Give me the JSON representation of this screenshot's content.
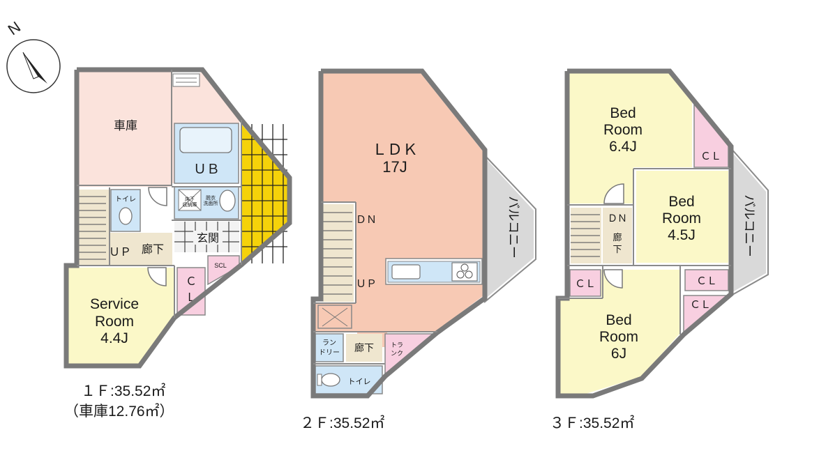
{
  "compass": {
    "label": "N",
    "icon": "north-arrow-icon"
  },
  "floor1": {
    "garage": "車庫",
    "ub": "ＵＢ",
    "toilet": "トイレ",
    "storage_under_floor": "床下\n収納庫",
    "washroom": "脱衣\n洗面所",
    "entrance": "玄関",
    "stairs_up": "ＵＰ",
    "corridor": "廊下",
    "scl": "SCL",
    "cl": "Ｃ\nＬ",
    "service_room_line1": "Service",
    "service_room_line2": "Room",
    "service_room_size": "4.4J",
    "area": "１Ｆ:35.52㎡",
    "garage_area": "（車庫12.76㎡）"
  },
  "floor2": {
    "ldk": "ＬＤＫ",
    "ldk_size": "17J",
    "dn": "ＤＮ",
    "up": "ＵＰ",
    "balcony": "バルコニー",
    "laundry": "ラン\nドリー",
    "corridor": "廊下",
    "toilet": "トイレ",
    "trunk": "トラ\nンク",
    "area": "２Ｆ:35.52㎡"
  },
  "floor3": {
    "bed1_l1": "Bed",
    "bed1_l2": "Room",
    "bed1_size": "6.4J",
    "bed2_l1": "Bed",
    "bed2_l2": "Room",
    "bed2_size": "4.5J",
    "bed3_l1": "Bed",
    "bed3_l2": "Room",
    "bed3_size": "6J",
    "cl": "ＣＬ",
    "dn": "ＤＮ",
    "corridor": "廊下",
    "balcony": "バルコニー",
    "area": "３Ｆ:35.52㎡"
  },
  "colors": {
    "garage": "#fbe3dc",
    "ldk": "#f7c9b4",
    "bedroom": "#fbf8c8",
    "bath": "#cfe6f7",
    "closet": "#f8cfe0",
    "corridor": "#efe6cf",
    "balcony": "#d9d9d9",
    "tile": "#f5d20a",
    "wall": "#7a7a7a"
  }
}
